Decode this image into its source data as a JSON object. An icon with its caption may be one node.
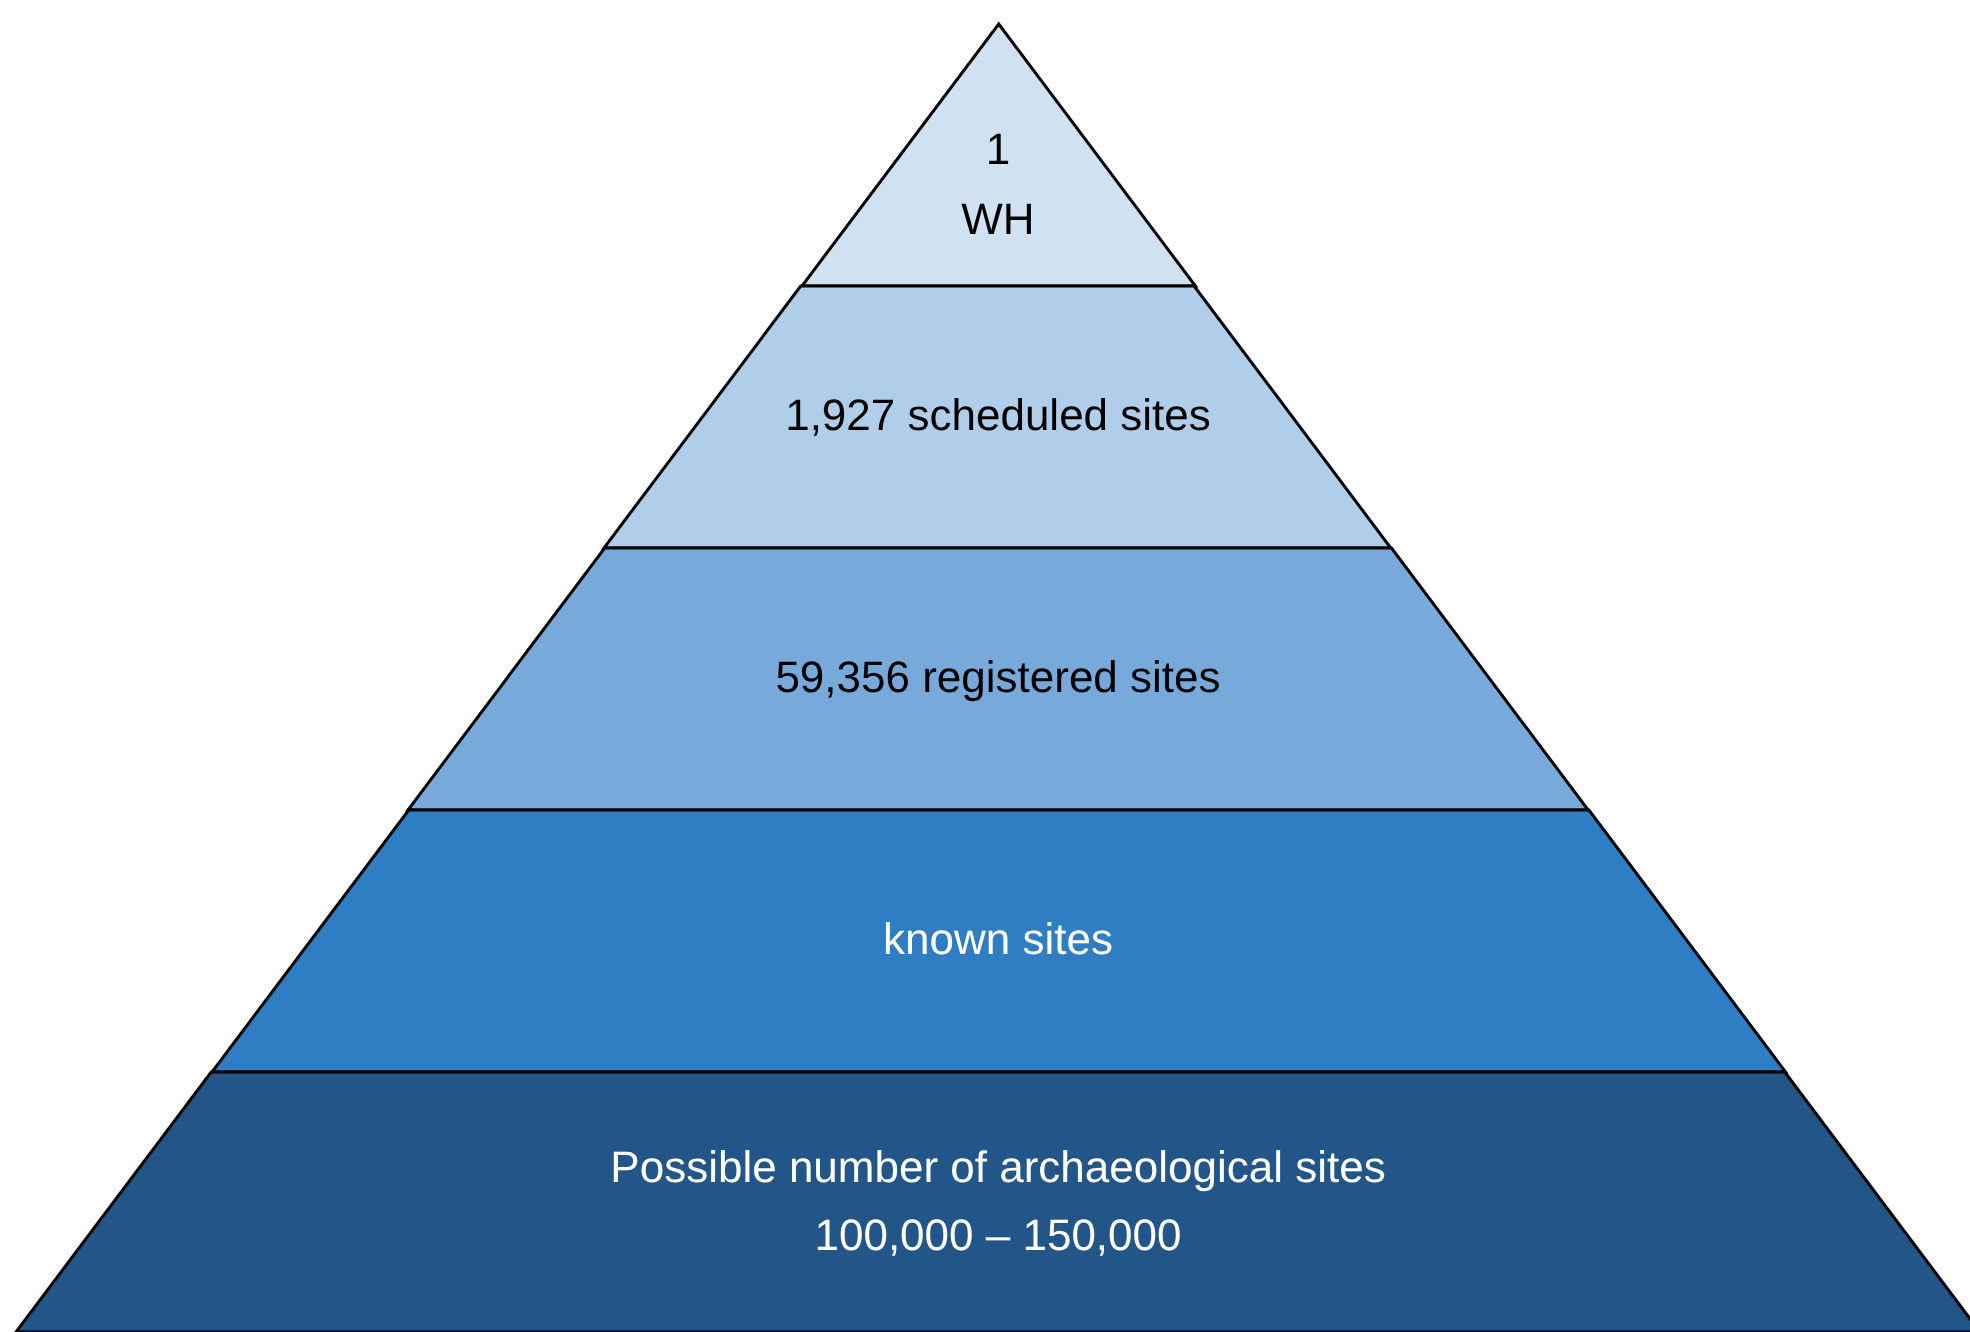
{
  "diagram": {
    "nodes": [
      {
        "text": [
          "1",
          "WH"
        ]
      },
      {
        "text": [
          "1,927 scheduled sites"
        ]
      },
      {
        "text": [
          "59,356 registered sites"
        ]
      },
      {
        "text": [
          "known sites"
        ]
      },
      {
        "text": [
          "Possible number of archaeological sites",
          "100,000 – 150,000"
        ]
      }
    ]
  }
}
